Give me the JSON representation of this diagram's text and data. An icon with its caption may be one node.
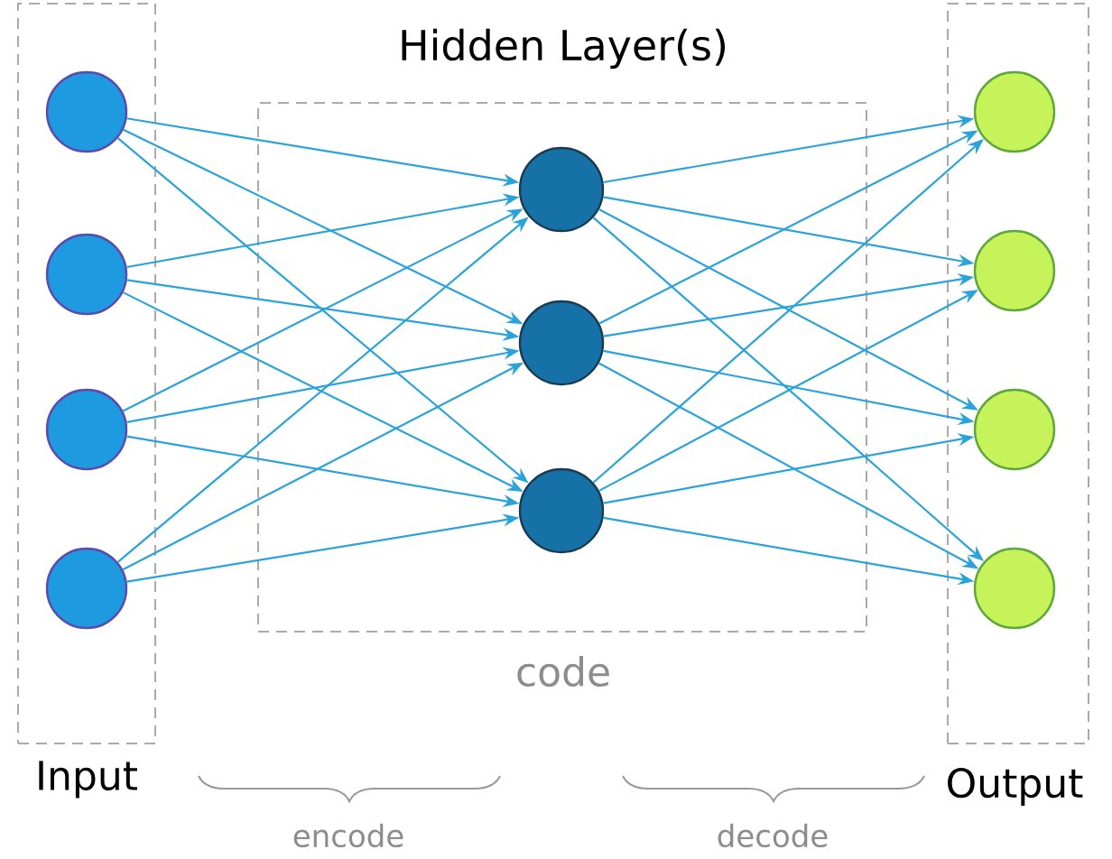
{
  "diagram": {
    "nodes": [
      {
        "text": [
          "Input"
        ]
      },
      {
        "text": [],
        "shape": "circle",
        "in": 0
      },
      {
        "text": [],
        "shape": "circle",
        "in": 0
      },
      {
        "text": [],
        "shape": "circle",
        "in": 0
      },
      {
        "text": [],
        "shape": "circle",
        "in": 0
      },
      {
        "text": [
          "Hidden Layer(s)",
          "code"
        ]
      },
      {
        "text": [],
        "shape": "circle",
        "in": 5
      },
      {
        "text": [],
        "shape": "circle",
        "in": 5
      },
      {
        "text": [],
        "shape": "circle",
        "in": 5
      },
      {
        "text": [
          "Output"
        ]
      },
      {
        "text": [],
        "shape": "circle",
        "in": 9
      },
      {
        "text": [],
        "shape": "circle",
        "in": 9
      },
      {
        "text": [],
        "shape": "circle",
        "in": 9
      },
      {
        "text": [],
        "shape": "circle",
        "in": 9
      }
    ],
    "edges": [
      {
        "from": 1,
        "to": 6,
        "arrow": "to"
      },
      {
        "from": 1,
        "to": 7,
        "arrow": "to"
      },
      {
        "from": 1,
        "to": 8,
        "arrow": "to"
      },
      {
        "from": 2,
        "to": 6,
        "arrow": "to"
      },
      {
        "from": 2,
        "to": 7,
        "arrow": "to"
      },
      {
        "from": 2,
        "to": 8,
        "arrow": "to"
      },
      {
        "from": 3,
        "to": 6,
        "arrow": "to"
      },
      {
        "from": 3,
        "to": 7,
        "arrow": "to"
      },
      {
        "from": 3,
        "to": 8,
        "arrow": "to"
      },
      {
        "from": 4,
        "to": 6,
        "arrow": "to"
      },
      {
        "from": 4,
        "to": 7,
        "arrow": "to"
      },
      {
        "from": 4,
        "to": 8,
        "arrow": "to"
      },
      {
        "from": 6,
        "to": 10,
        "arrow": "to"
      },
      {
        "from": 6,
        "to": 11,
        "arrow": "to"
      },
      {
        "from": 6,
        "to": 12,
        "arrow": "to"
      },
      {
        "from": 6,
        "to": 13,
        "arrow": "to"
      },
      {
        "from": 7,
        "to": 10,
        "arrow": "to"
      },
      {
        "from": 7,
        "to": 11,
        "arrow": "to"
      },
      {
        "from": 7,
        "to": 12,
        "arrow": "to"
      },
      {
        "from": 7,
        "to": 13,
        "arrow": "to"
      },
      {
        "from": 8,
        "to": 10,
        "arrow": "to"
      },
      {
        "from": 8,
        "to": 11,
        "arrow": "to"
      },
      {
        "from": 8,
        "to": 12,
        "arrow": "to"
      },
      {
        "from": 8,
        "to": 13,
        "arrow": "to"
      }
    ],
    "labels": [
      "encode",
      "decode"
    ]
  }
}
